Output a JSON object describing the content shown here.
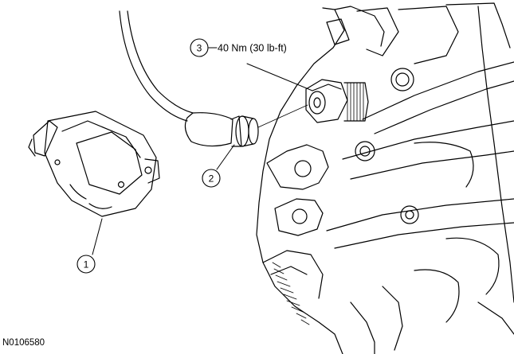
{
  "figure_id": "N0106580",
  "callouts": [
    {
      "number": "1"
    },
    {
      "number": "2"
    },
    {
      "number": "3",
      "note": "40 Nm (30 lb-ft)"
    }
  ]
}
